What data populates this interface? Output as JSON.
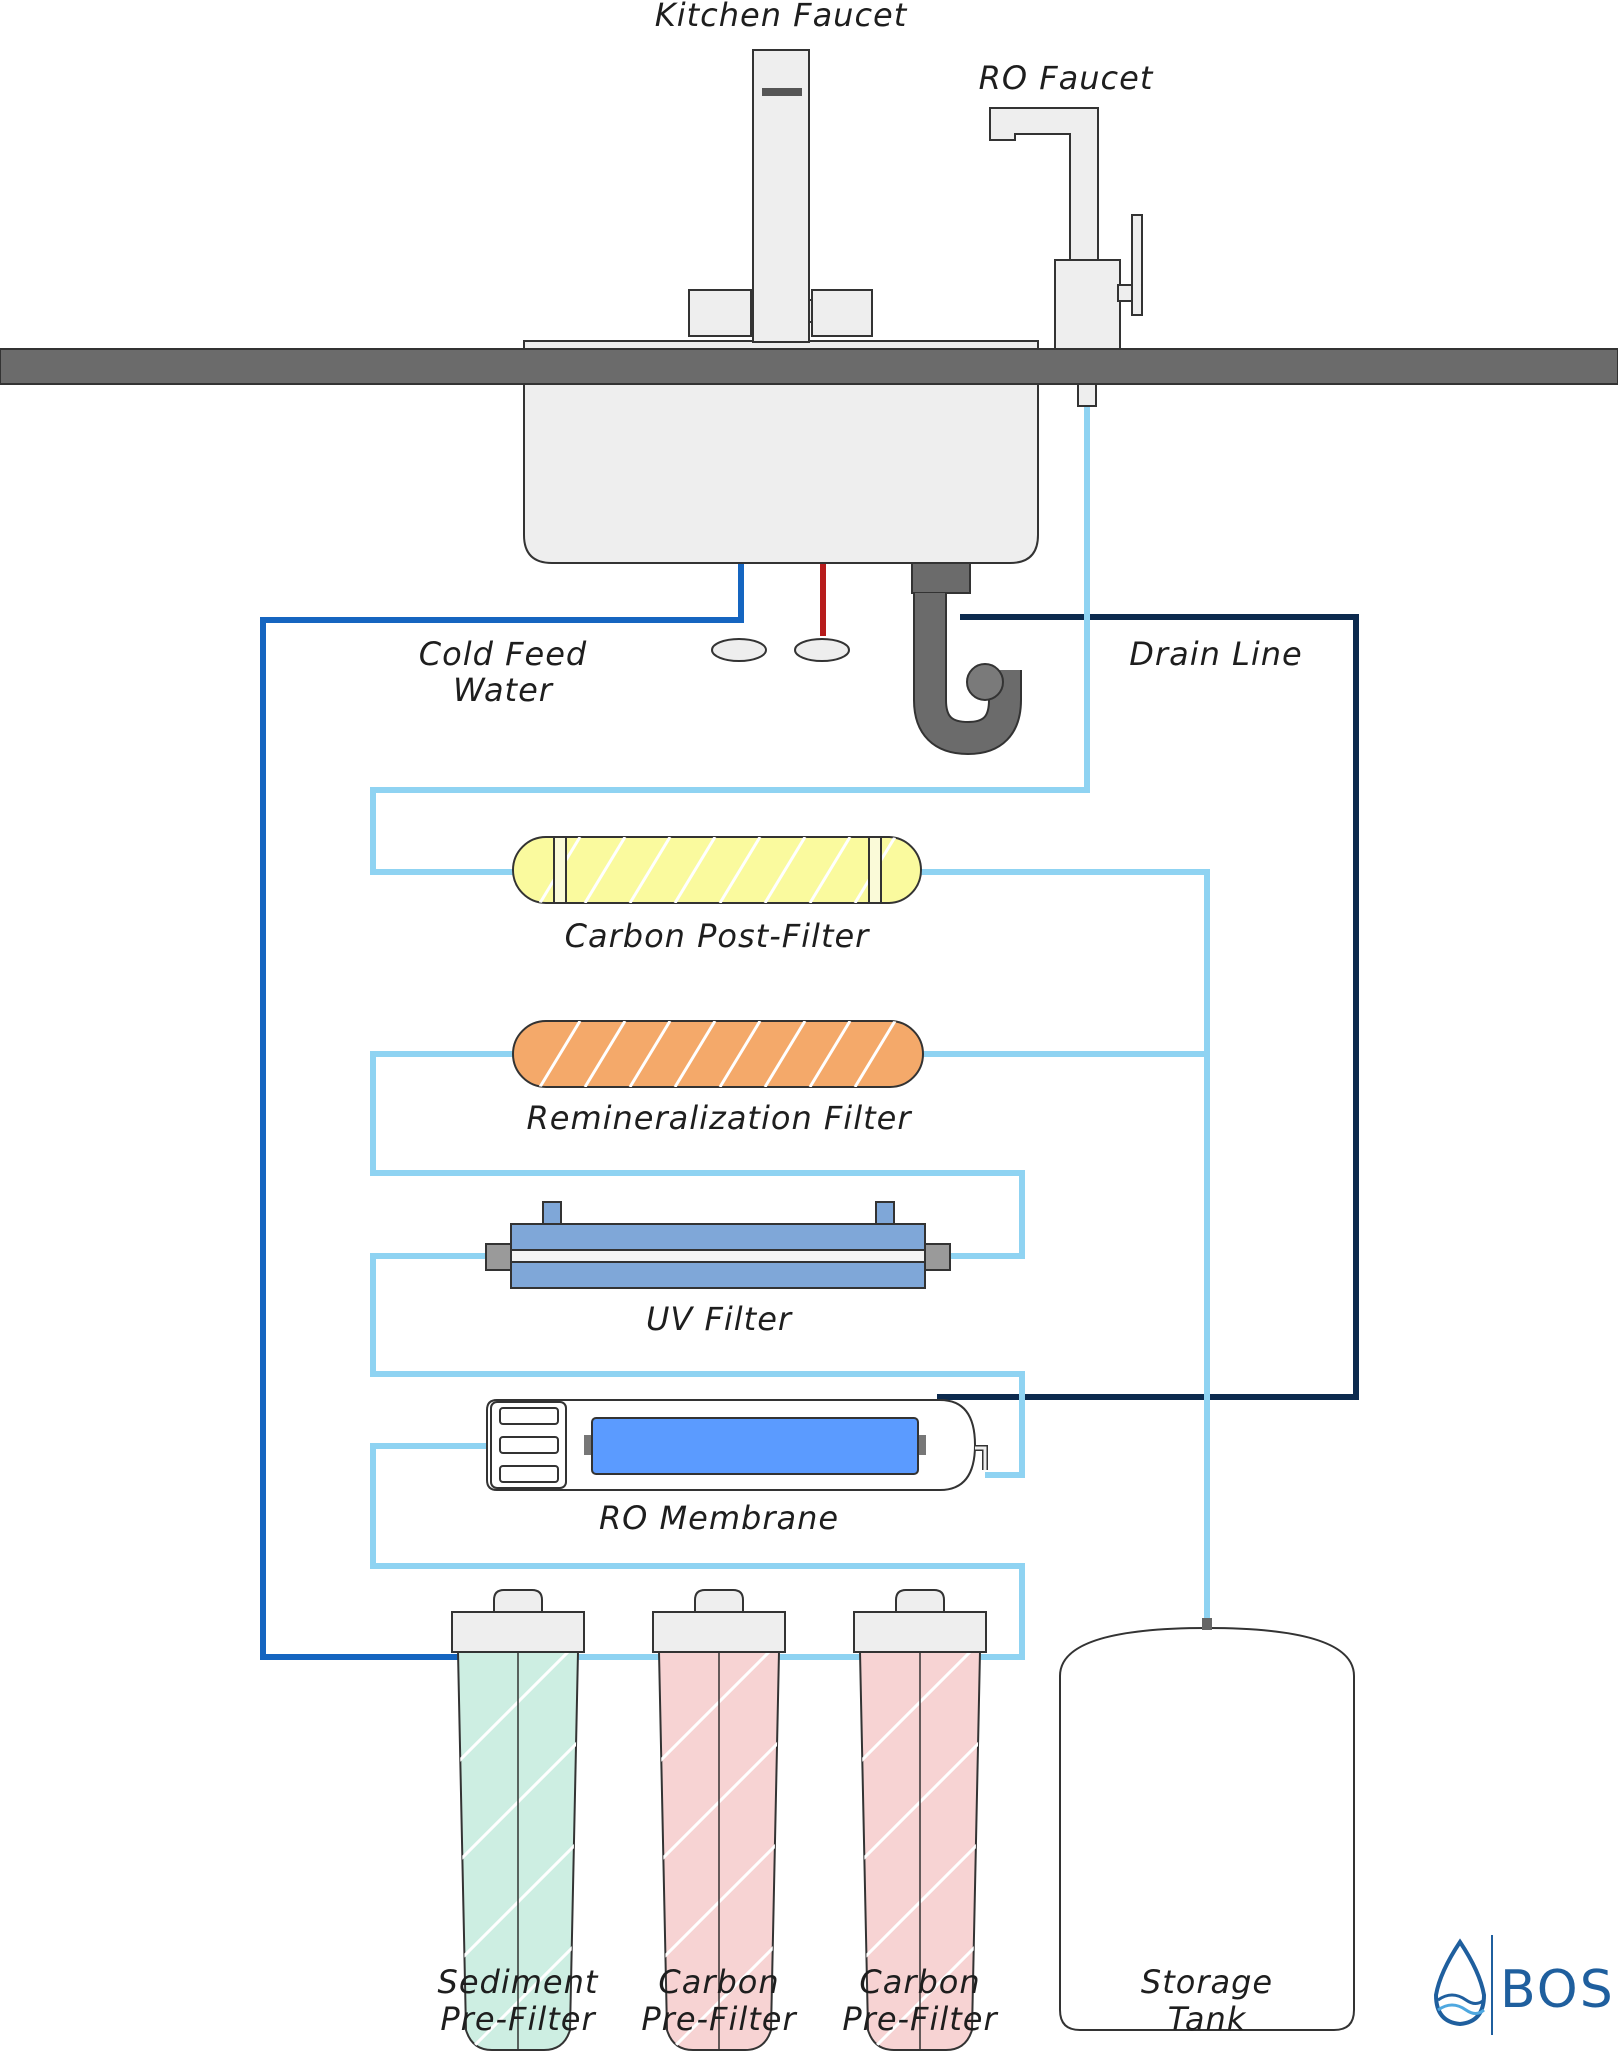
{
  "labels": {
    "kitchen_faucet": "Kitchen Faucet",
    "ro_faucet": "RO Faucet",
    "cold_feed_1": "Cold Feed",
    "cold_feed_2": "Water",
    "drain_line": "Drain Line",
    "carbon_post_filter": "Carbon Post-Filter",
    "remineralization_filter": "Remineralization Filter",
    "uv_filter": "UV Filter",
    "ro_membrane": "RO Membrane",
    "sediment_1": "Sediment",
    "sediment_2": "Pre-Filter",
    "carbon_a_1": "Carbon",
    "carbon_a_2": "Pre-Filter",
    "carbon_b_1": "Carbon",
    "carbon_b_2": "Pre-Filter",
    "storage_1": "Storage",
    "storage_2": "Tank"
  },
  "logo": {
    "text": "BOS"
  },
  "colors": {
    "cold_feed_pipe": "#1565c0",
    "filtered_pipe": "#8fd3f2",
    "drain_pipe": "#0c2a4e",
    "hot_pipe": "#b71c1c",
    "countertop": "#6b6b6b",
    "sink": "#eeeeee",
    "carbon_post": "#fafa9e",
    "remineralization": "#f4a96a",
    "uv_body": "#7fa7d8",
    "ro_membrane": "#5b9bff",
    "sediment": "#cdeee2",
    "carbon_pre": "#f7d3d3",
    "logo": "#1f5f9e"
  }
}
